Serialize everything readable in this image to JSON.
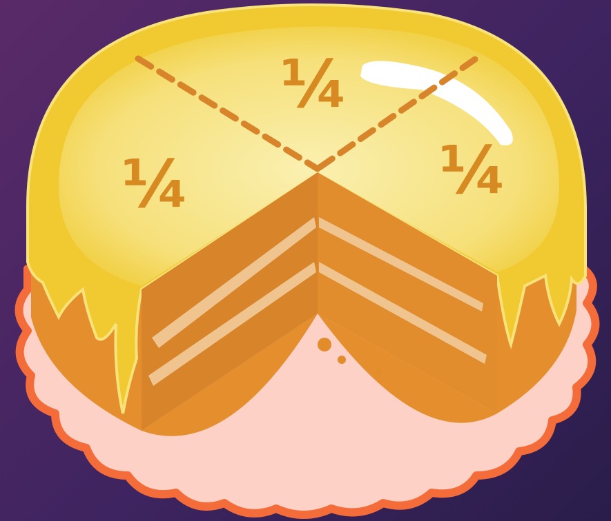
{
  "scene": {
    "fraction_labels": [
      "¼",
      "¼",
      "¼"
    ],
    "portions": {
      "shown_quarters": 3,
      "total_quarters": 4
    }
  },
  "colors": {
    "background": "#3e2460",
    "frosting": "#f3cf3a",
    "frosting_top": "#f8e89a",
    "cake_side": "#e08a2a",
    "cake_interior": "#d27e24",
    "cream_layer": "#f0c48e",
    "plate": "#fdd1c6",
    "plate_rim": "#f46c3a",
    "dashed_line": "#d8842a"
  }
}
